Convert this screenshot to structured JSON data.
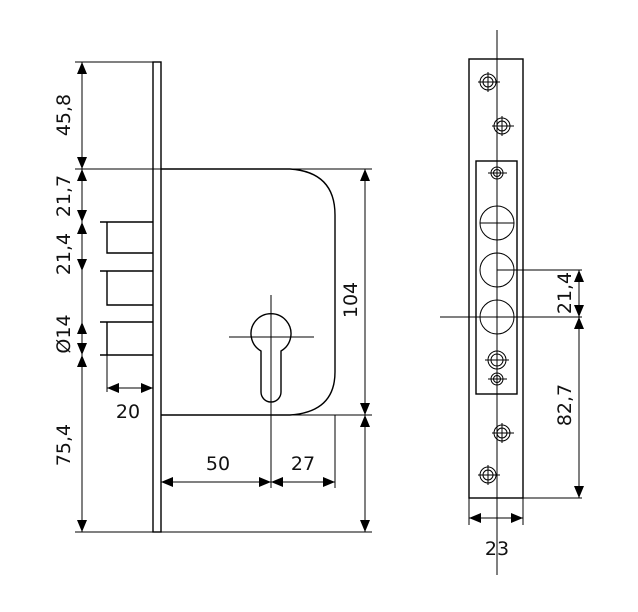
{
  "drawing": {
    "front_view": {
      "dim_top": "45,8",
      "dim_faceplate_to_bolt": "21,7",
      "dim_bolt_pitch": "21,4",
      "dim_bolt_diameter": "Ø14",
      "dim_bottom": "75,4",
      "dim_bolt_throw": "20",
      "dim_backset": "50",
      "dim_cyl_to_edge": "27",
      "dim_body_height": "104"
    },
    "side_view": {
      "dim_pitch": "21,4",
      "dim_to_bottom": "82,7",
      "dim_width": "23"
    }
  }
}
